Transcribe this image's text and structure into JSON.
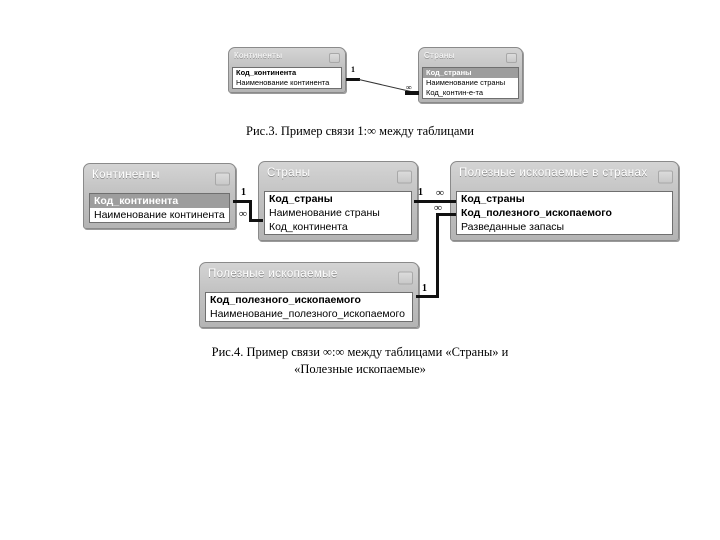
{
  "figure_top": {
    "tables": [
      {
        "id": "continents-small",
        "title": "Континенты",
        "fields": [
          {
            "text": "Код_континента",
            "style": "pk"
          },
          {
            "text": "Наименование континента",
            "style": "normal"
          }
        ]
      },
      {
        "id": "countries-small",
        "title": "Страны",
        "fields": [
          {
            "text": "Код_страны",
            "style": "sel"
          },
          {
            "text": "Наименование страны",
            "style": "normal"
          },
          {
            "text": "Код_контин-е-та",
            "style": "normal"
          }
        ]
      }
    ],
    "relationship": {
      "from_cardinality": "1",
      "to_cardinality": "∞"
    },
    "caption": "Рис.3. Пример связи 1:∞ между таблицами"
  },
  "figure_main": {
    "tables": [
      {
        "id": "continents",
        "title": "Континенты",
        "fields": [
          {
            "text": "Код_континента",
            "style": "sel"
          },
          {
            "text": "Наименование континента",
            "style": "normal"
          }
        ]
      },
      {
        "id": "countries",
        "title": "Страны",
        "fields": [
          {
            "text": "Код_страны",
            "style": "pk"
          },
          {
            "text": "Наименование страны",
            "style": "normal"
          },
          {
            "text": "Код_континента",
            "style": "normal"
          }
        ]
      },
      {
        "id": "minerals-in-countries",
        "title": "Полезные ископаемые в странах",
        "fields": [
          {
            "text": "Код_страны",
            "style": "pk"
          },
          {
            "text": "Код_полезного_ископаемого",
            "style": "pk"
          },
          {
            "text": "Разведанные запасы",
            "style": "normal"
          }
        ]
      },
      {
        "id": "minerals",
        "title": "Полезные ископаемые",
        "fields": [
          {
            "text": "Код_полезного_ископаемого",
            "style": "pk"
          },
          {
            "text": "Наименование_полезного_ископаемого",
            "style": "normal"
          }
        ]
      }
    ],
    "cardinality_labels": {
      "continents_to_countries_one": "1",
      "continents_to_countries_many": "∞",
      "countries_one": "1",
      "countries_many": "∞",
      "minerals_many": "∞",
      "minerals_one": "1"
    },
    "caption_line1": "Рис.4. Пример связи ∞:∞ между таблицами «Страны» и",
    "caption_line2": "«Полезные ископаемые»"
  },
  "colors": {
    "header_gradient_top": "#d4d4d4",
    "header_gradient_bottom": "#b4b4b4",
    "header_text": "#ffffff",
    "field_background": "#ffffff",
    "selected_field_background": "#9d9d9d",
    "border": "#8a8a8a",
    "connector": "#111111",
    "page_background": "#ffffff"
  }
}
